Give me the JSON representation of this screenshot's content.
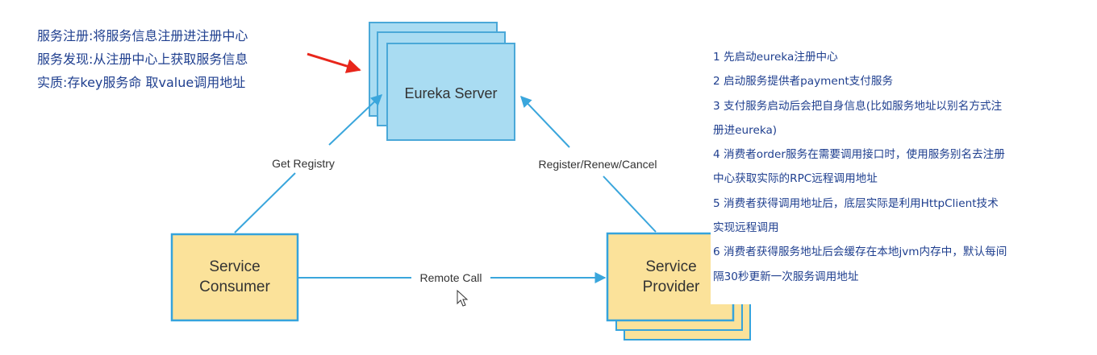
{
  "nodes": {
    "eureka_server": "Eureka Server",
    "service_consumer": [
      "Service",
      "Consumer"
    ],
    "service_provider": [
      "Service",
      "Provider"
    ]
  },
  "edges": {
    "get_registry": "Get Registry",
    "register_renew_cancel": "Register/Renew/Cancel",
    "remote_call": "Remote Call"
  },
  "left_notes": [
    "服务注册:将服务信息注册进注册中心",
    "服务发现:从注册中心上获取服务信息",
    "实质:存key服务命 取value调用地址"
  ],
  "right_notes": [
    "1 先启动eureka注册中心",
    "2 启动服务提供者payment支付服务",
    "3 支付服务启动后会把自身信息(比如服务地址以别名方式注",
    "册进eureka)",
    "4 消费者order服务在需要调用接口时，使用服务别名去注册",
    "中心获取实际的RPC远程调用地址",
    "5 消费者获得调用地址后，底层实际是利用HttpClient技术",
    "实现远程调用",
    "6 消费者获得服务地址后会缓存在本地jvm内存中，默认每间",
    "隔30秒更新一次服务调用地址"
  ],
  "colors": {
    "server_fill": "#a9dcf2",
    "server_stroke": "#4aa8d8",
    "service_fill": "#fbe29a",
    "service_stroke": "#35a3dc",
    "arrow": "#3aa6dc",
    "red_arrow": "#e8261b",
    "note_text": "#1f3f8f"
  },
  "icons": {
    "cursor": "mouse-pointer-icon"
  }
}
